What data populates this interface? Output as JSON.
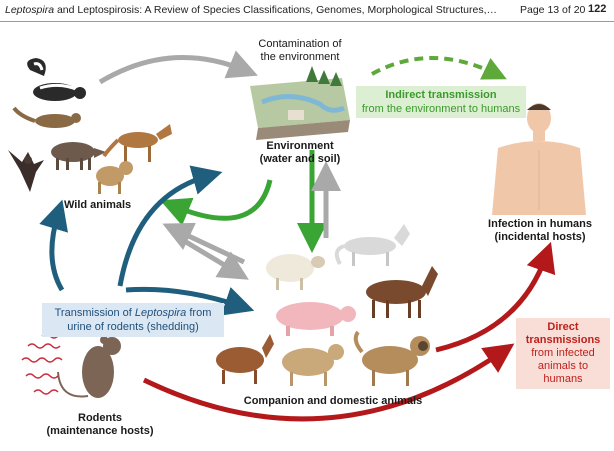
{
  "header": {
    "title_italic": "Leptospira",
    "title_rest": " and Leptospirosis: A Review of Species Classifications, Genomes, Morphological Structures,…",
    "page": "Page 13 of 20",
    "number": "122"
  },
  "labels": {
    "contamination": "Contamination of the environment",
    "environment_title": "Environment",
    "environment_sub": "(water and soil)",
    "wild_animals": "Wild animals",
    "infection_title": "Infection in humans",
    "infection_sub": "(incidental hosts)",
    "companion": "Companion and domestic animals",
    "rodents_title": "Rodents",
    "rodents_sub": "(maintenance hosts)"
  },
  "boxes": {
    "indirect_title": "Indirect transmission",
    "indirect_sub": "from the environment to humans",
    "shedding_pre": "Transmission of ",
    "shedding_italic": "Leptospira",
    "shedding_post": " from urine of rodents (shedding)",
    "direct_title": "Direct transmissions",
    "direct_sub": "from infected animals to humans"
  },
  "colors": {
    "grey_arrow": "#a9a9a9",
    "green_arrow": "#3aa535",
    "blue_arrow": "#1f5f7d",
    "red_arrow": "#b3191b",
    "dashed_green": "#5fa83a"
  }
}
